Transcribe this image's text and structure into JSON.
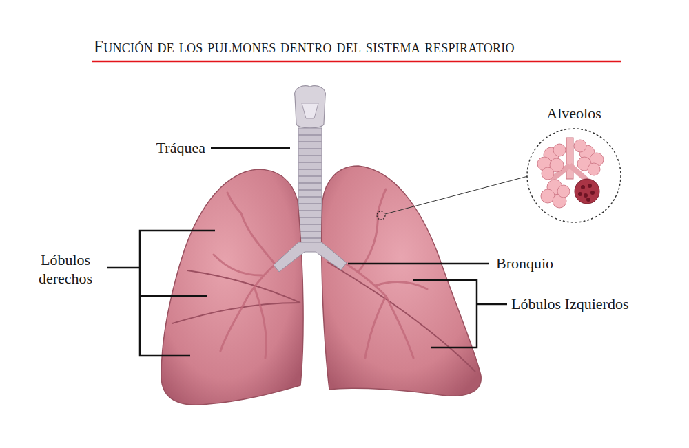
{
  "diagram": {
    "title": "Función de los pulmones dentro del sistema respiratorio",
    "labels": [
      "Tráquea",
      "Alveolos",
      "Lóbulos derechos",
      "Bronquio",
      "Lóbulos Izquierdos"
    ]
  }
}
